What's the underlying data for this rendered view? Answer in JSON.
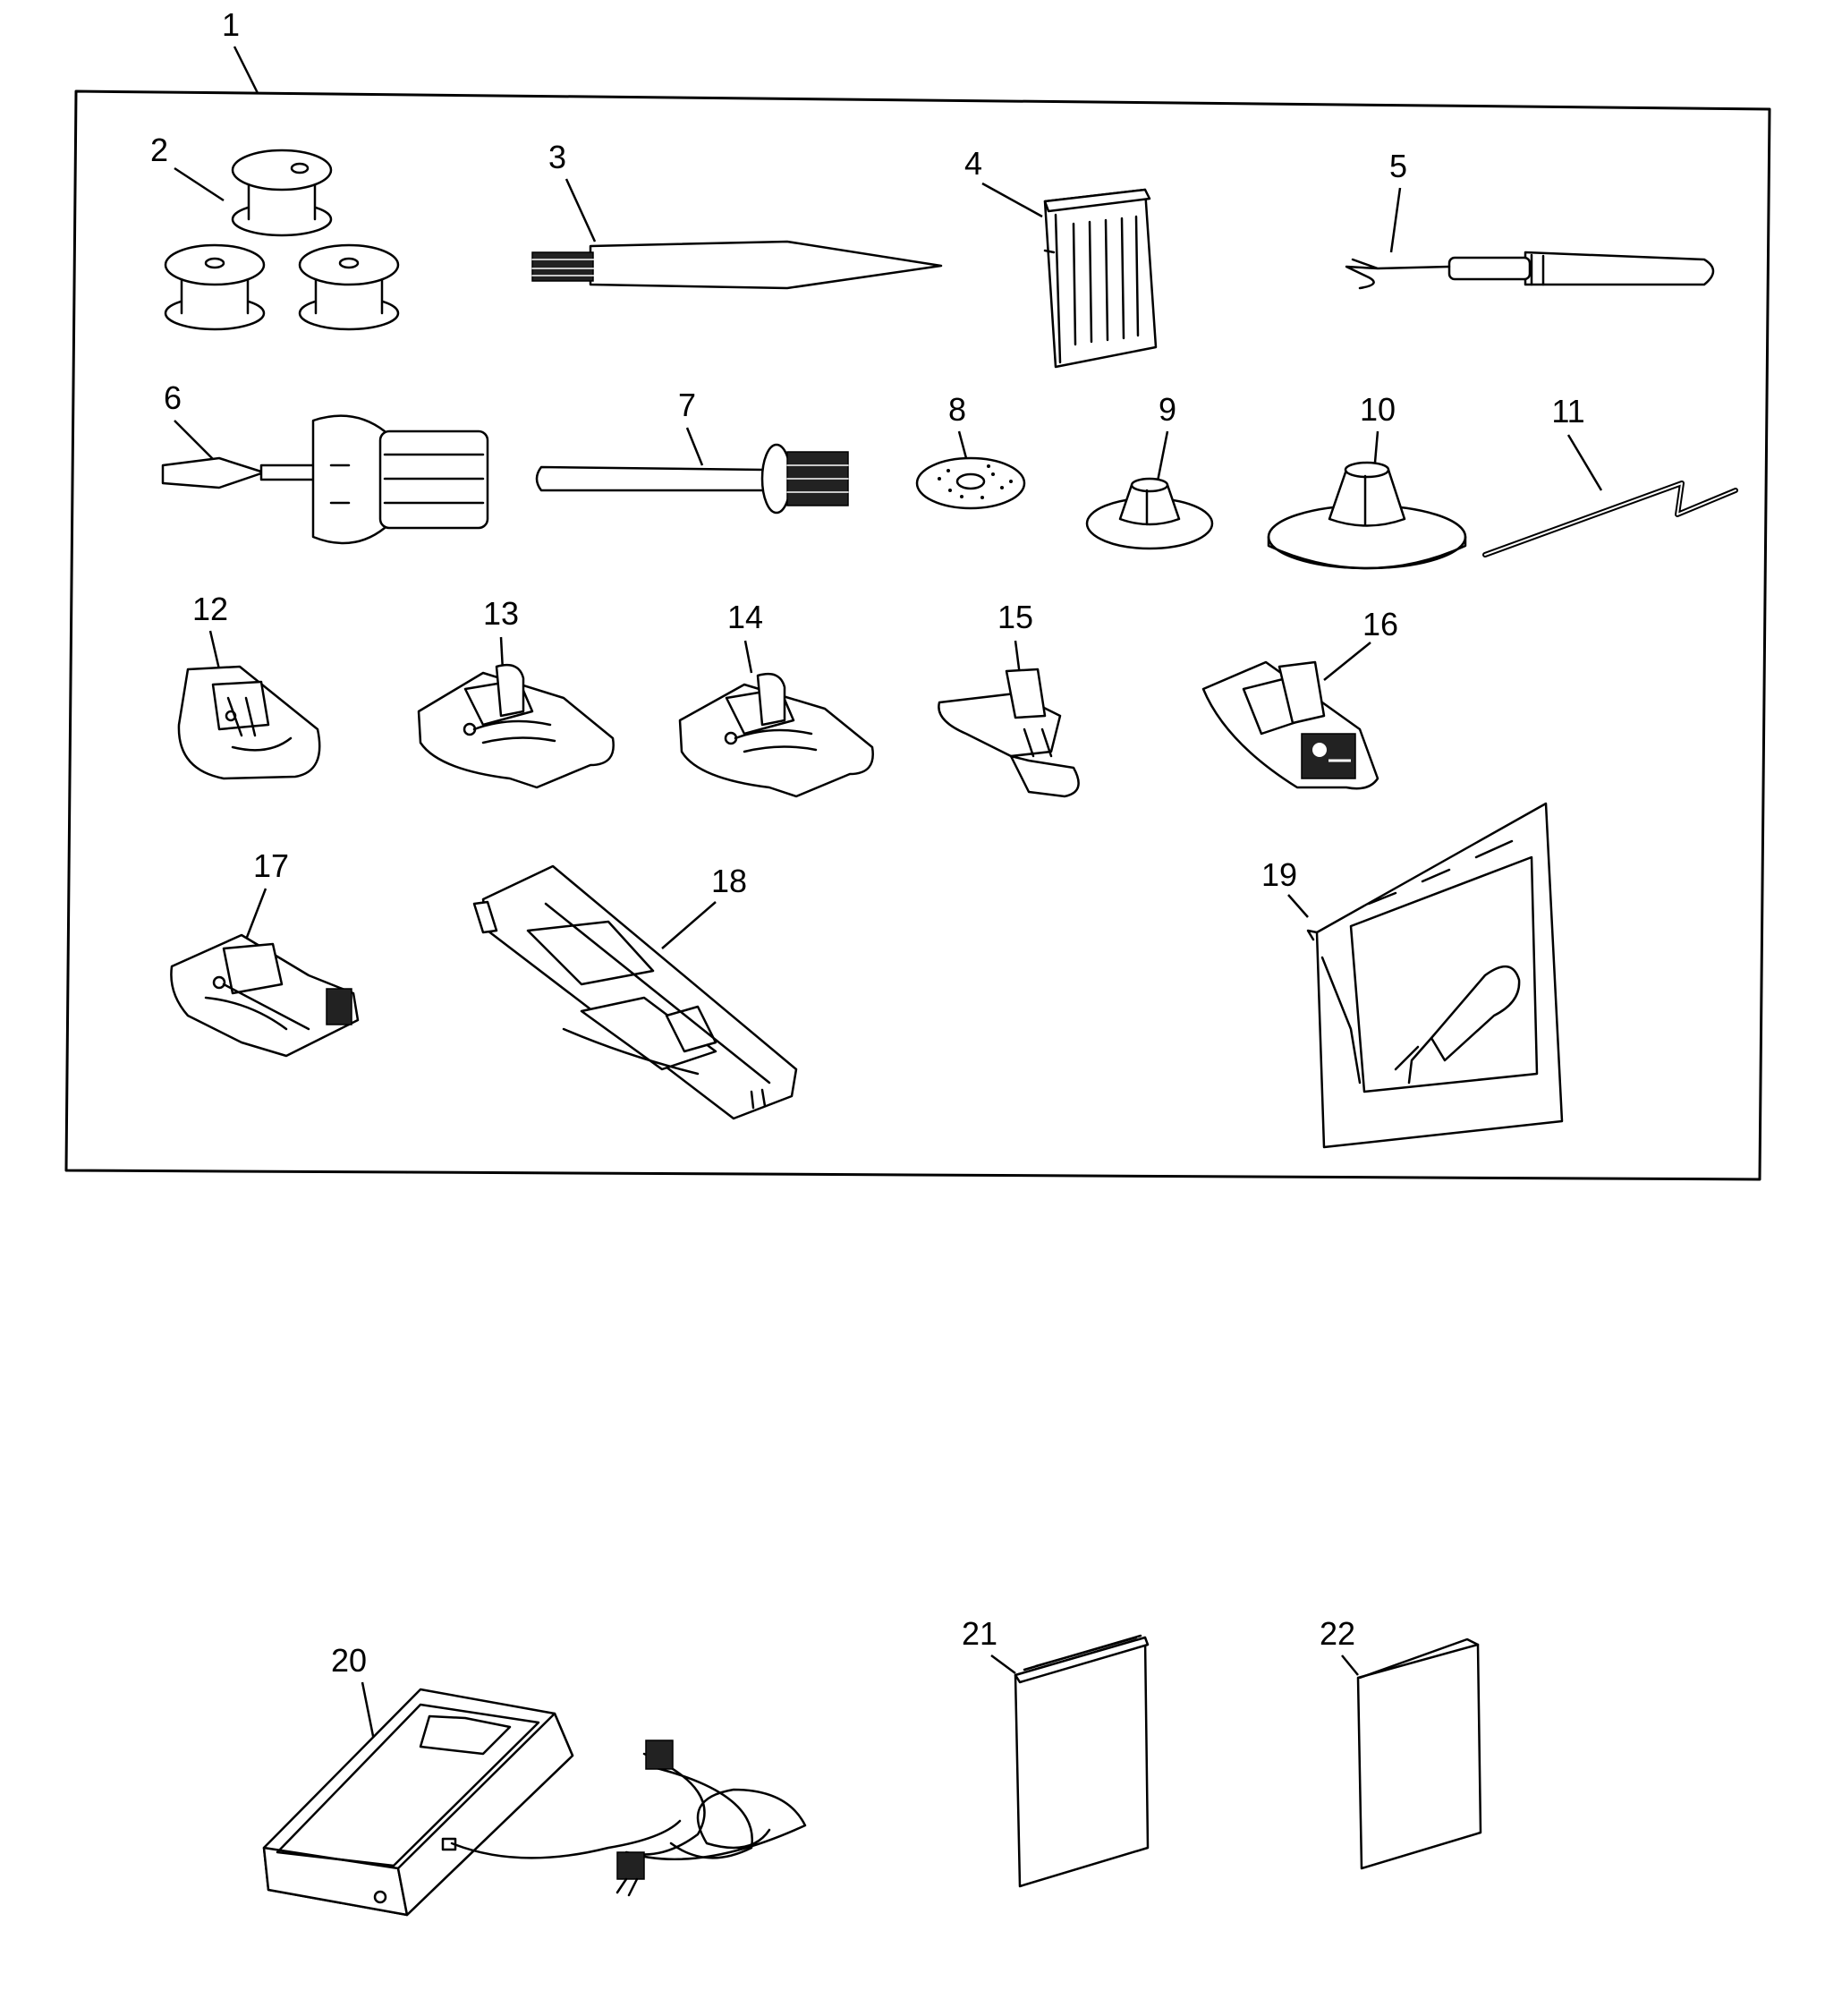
{
  "parts": [
    {
      "id": "part-1",
      "label": "1"
    },
    {
      "id": "part-2",
      "label": "2"
    },
    {
      "id": "part-3",
      "label": "3"
    },
    {
      "id": "part-4",
      "label": "4"
    },
    {
      "id": "part-5",
      "label": "5"
    },
    {
      "id": "part-6",
      "label": "6"
    },
    {
      "id": "part-7",
      "label": "7"
    },
    {
      "id": "part-8",
      "label": "8"
    },
    {
      "id": "part-9",
      "label": "9"
    },
    {
      "id": "part-10",
      "label": "10"
    },
    {
      "id": "part-11",
      "label": "11"
    },
    {
      "id": "part-12",
      "label": "12"
    },
    {
      "id": "part-13",
      "label": "13"
    },
    {
      "id": "part-14",
      "label": "14"
    },
    {
      "id": "part-15",
      "label": "15"
    },
    {
      "id": "part-16",
      "label": "16"
    },
    {
      "id": "part-17",
      "label": "17"
    },
    {
      "id": "part-18",
      "label": "18"
    },
    {
      "id": "part-19",
      "label": "19"
    },
    {
      "id": "part-20",
      "label": "20"
    },
    {
      "id": "part-21",
      "label": "21"
    },
    {
      "id": "part-22",
      "label": "22"
    }
  ],
  "icons": {
    "part-2": "bobbins-icon",
    "part-3": "lint-brush-icon",
    "part-4": "needle-pack-icon",
    "part-5": "seam-ripper-icon",
    "part-6": "screwdriver-icon",
    "part-7": "spool-pin-icon",
    "part-8": "felt-washer-icon",
    "part-9": "small-spool-cap-icon",
    "part-10": "large-spool-cap-icon",
    "part-11": "quilting-guide-icon",
    "part-12": "presser-foot-icon",
    "part-13": "presser-foot-icon",
    "part-14": "presser-foot-icon",
    "part-15": "zipper-foot-icon",
    "part-16": "overcast-foot-icon",
    "part-17": "blind-hem-foot-icon",
    "part-18": "buttonhole-foot-icon",
    "part-19": "accessory-pouch-icon",
    "part-20": "foot-controller-icon",
    "part-21": "instruction-book-icon",
    "part-22": "booklet-icon"
  }
}
